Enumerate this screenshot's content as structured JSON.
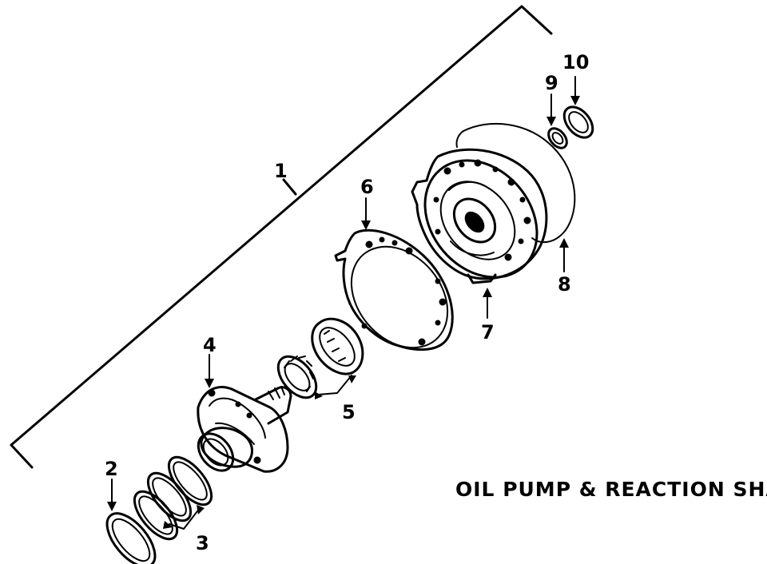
{
  "diagram": {
    "caption": "OIL PUMP & REACTION SHAFT",
    "callouts": {
      "c1": "1",
      "c2": "2",
      "c3": "3",
      "c4": "4",
      "c5": "5",
      "c6": "6",
      "c7": "7",
      "c8": "8",
      "c9": "9",
      "c10": "10"
    }
  },
  "colors": {
    "ink": "#000000",
    "paper": "#ffffff"
  }
}
